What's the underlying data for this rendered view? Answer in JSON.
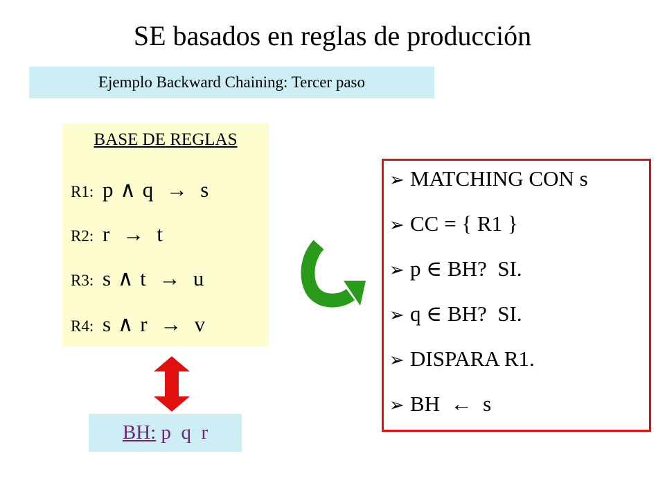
{
  "title": "SE basados en reglas de producción",
  "subtitle": "Ejemplo Backward Chaining: Tercer paso",
  "rules": {
    "header": "BASE DE REGLAS",
    "items": [
      {
        "id": "R1:",
        "expr": "p ∧ q  →  s"
      },
      {
        "id": "R2:",
        "expr": "r  →  t"
      },
      {
        "id": "R3:",
        "expr": "s ∧ t  →  u"
      },
      {
        "id": "R4:",
        "expr": "s ∧ r  →  v"
      }
    ]
  },
  "bh": {
    "label": "BH:",
    "value": "p  q  r"
  },
  "steps": {
    "bullet": "➢",
    "items": [
      "MATCHING CON s",
      "CC = { R1 }",
      "p ∈ BH?  SI.",
      "q ∈ BH?  SI.",
      "DISPARA R1.",
      "BH  ←  s"
    ]
  },
  "colors": {
    "rules_bg": "#fdfdd0",
    "label_bg": "#cdeef5",
    "accent_red": "#e01010",
    "arrow_green": "#2a9a1a",
    "bh_text": "#6a2a7a"
  }
}
